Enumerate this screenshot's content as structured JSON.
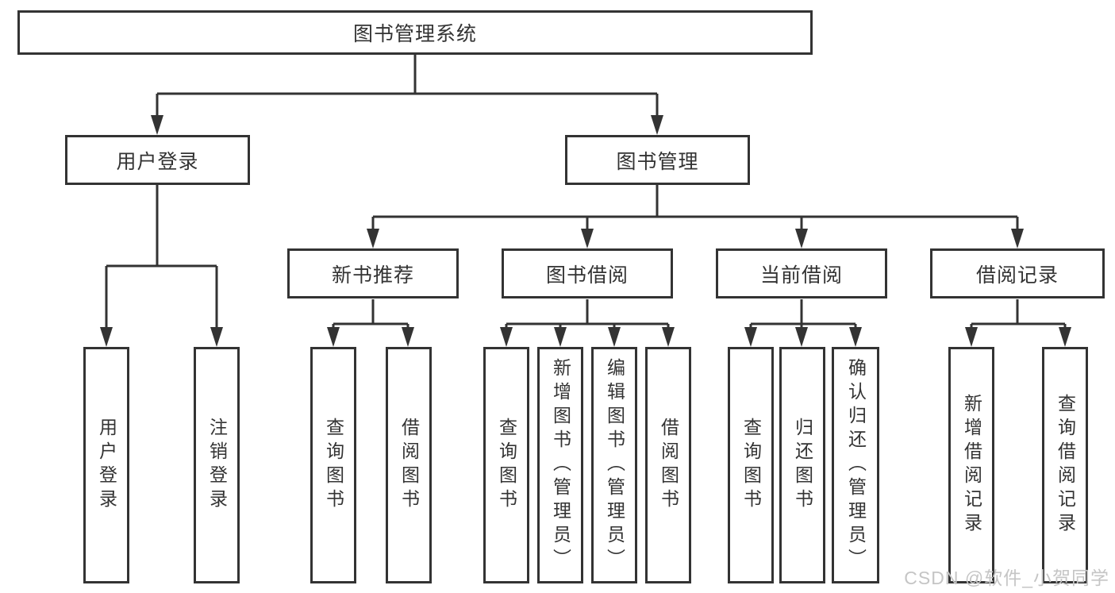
{
  "diagram": {
    "title_note": "functional structure chart of a library management system",
    "root": {
      "label": "图书管理系统"
    },
    "branches": [
      {
        "label": "用户登录",
        "children": [
          {
            "label": "用户登录"
          },
          {
            "label": "注销登录"
          }
        ]
      },
      {
        "label": "图书管理",
        "children": [
          {
            "label": "新书推荐",
            "children": [
              {
                "label": "查询图书"
              },
              {
                "label": "借阅图书"
              }
            ]
          },
          {
            "label": "图书借阅",
            "children": [
              {
                "label": "查询图书"
              },
              {
                "label": "新增图书（管理员）"
              },
              {
                "label": "编辑图书（管理员）"
              },
              {
                "label": "借阅图书"
              }
            ]
          },
          {
            "label": "当前借阅",
            "children": [
              {
                "label": "查询图书"
              },
              {
                "label": "归还图书"
              },
              {
                "label": "确认归还（管理员）"
              }
            ]
          },
          {
            "label": "借阅记录",
            "children": [
              {
                "label": "新增借阅记录"
              },
              {
                "label": "查询借阅记录"
              }
            ]
          }
        ]
      }
    ]
  },
  "watermark": {
    "text": "CSDN @软件_小贺同学",
    "color": "#c5c5c5"
  },
  "colors": {
    "line": "#333333",
    "box_border": "#333333",
    "text": "#333333",
    "background": "#ffffff"
  }
}
